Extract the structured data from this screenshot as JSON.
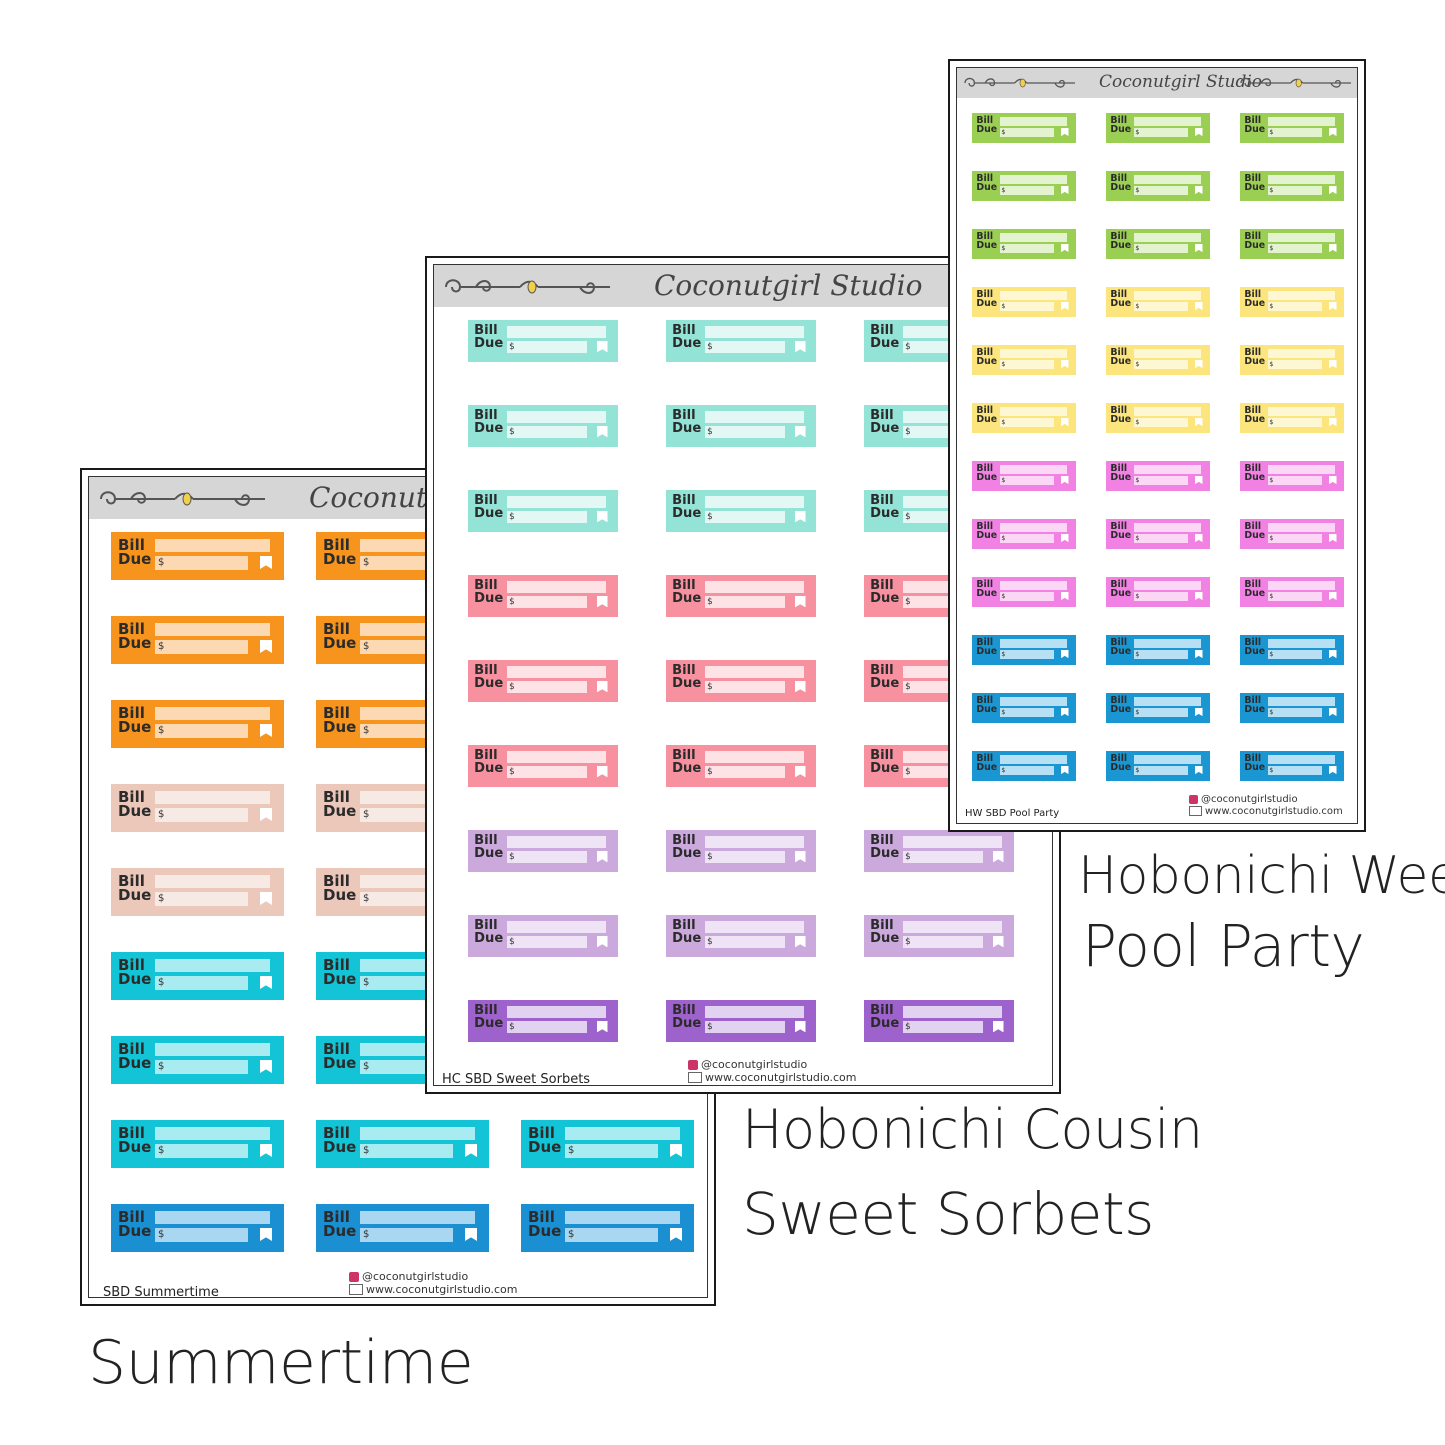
{
  "brand": "Coconutgirl Studio",
  "sticker": {
    "line1": "Bill",
    "line2": "Due",
    "currency": "$"
  },
  "credits": {
    "instagram": "@coconutgirlstudio",
    "website": "www.coconutgirlstudio.com"
  },
  "sheets": {
    "summertime": {
      "name": "SBD Summertime",
      "rows": [
        {
          "bg": "#f7941d",
          "field": "#fcd9b2"
        },
        {
          "bg": "#f7941d",
          "field": "#fcd9b2"
        },
        {
          "bg": "#f7941d",
          "field": "#fcd9b2"
        },
        {
          "bg": "#ecc8bb",
          "field": "#f7e9e3"
        },
        {
          "bg": "#ecc8bb",
          "field": "#f7e9e3"
        },
        {
          "bg": "#12c4d6",
          "field": "#a8ebf1"
        },
        {
          "bg": "#12c4d6",
          "field": "#a8ebf1"
        },
        {
          "bg": "#12c4d6",
          "field": "#a8ebf1"
        },
        {
          "bg": "#1a8fd2",
          "field": "#a9d7f2"
        }
      ]
    },
    "sweet_sorbets": {
      "name": "HC SBD Sweet Sorbets",
      "rows": [
        {
          "bg": "#93e4d6",
          "field": "#e3f8f4"
        },
        {
          "bg": "#93e4d6",
          "field": "#e3f8f4"
        },
        {
          "bg": "#93e4d6",
          "field": "#e3f8f4"
        },
        {
          "bg": "#f7919f",
          "field": "#fde2e6"
        },
        {
          "bg": "#f7919f",
          "field": "#fde2e6"
        },
        {
          "bg": "#f7919f",
          "field": "#fde2e6"
        },
        {
          "bg": "#cca9dd",
          "field": "#efe4f6"
        },
        {
          "bg": "#cca9dd",
          "field": "#efe4f6"
        },
        {
          "bg": "#9d62cc",
          "field": "#e2d2f1"
        }
      ]
    },
    "pool_party": {
      "name": "HW SBD Pool Party",
      "rows": [
        {
          "bg": "#9bcf53",
          "field": "#e3f2cf"
        },
        {
          "bg": "#9bcf53",
          "field": "#e3f2cf"
        },
        {
          "bg": "#9bcf53",
          "field": "#e3f2cf"
        },
        {
          "bg": "#fbe57c",
          "field": "#fef7d4"
        },
        {
          "bg": "#fbe57c",
          "field": "#fef7d4"
        },
        {
          "bg": "#fbe57c",
          "field": "#fef7d4"
        },
        {
          "bg": "#f181e3",
          "field": "#fbd7f5"
        },
        {
          "bg": "#f181e3",
          "field": "#fbd7f5"
        },
        {
          "bg": "#f181e3",
          "field": "#fbd7f5"
        },
        {
          "bg": "#1a97d3",
          "field": "#b7e0f5"
        },
        {
          "bg": "#1a97d3",
          "field": "#b7e0f5"
        },
        {
          "bg": "#1a97d3",
          "field": "#b7e0f5"
        }
      ]
    }
  },
  "captions": {
    "pool_party": [
      "Hobonichi Weeks",
      "Pool Party"
    ],
    "sweet_sorbets": [
      "Hobonichi Cousin",
      "Sweet Sorbets"
    ],
    "summertime": [
      "Summertime"
    ]
  }
}
